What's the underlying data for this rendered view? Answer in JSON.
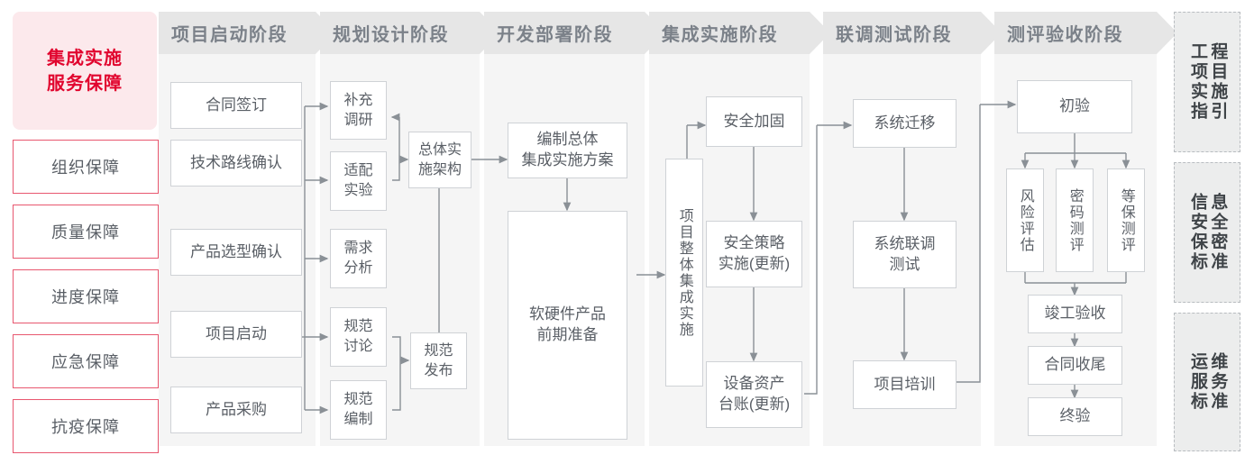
{
  "title_card": {
    "line1": "集成实施",
    "line2": "服务保障",
    "color": "#e1052e",
    "bg": "#fce9ec"
  },
  "guarantees": [
    {
      "label": "组织保障"
    },
    {
      "label": "质量保障"
    },
    {
      "label": "进度保障"
    },
    {
      "label": "应急保障"
    },
    {
      "label": "抗疫保障"
    }
  ],
  "phases": [
    {
      "id": "startup",
      "header": "项目启动阶段"
    },
    {
      "id": "planning",
      "header": "规划设计阶段"
    },
    {
      "id": "development",
      "header": "开发部署阶段"
    },
    {
      "id": "integration",
      "header": "集成实施阶段"
    },
    {
      "id": "joint_test",
      "header": "联调测试阶段"
    },
    {
      "id": "acceptance",
      "header": "测评验收阶段"
    }
  ],
  "nodes": {
    "startup": [
      {
        "label": "合同签订"
      },
      {
        "label": "技术路线确认"
      },
      {
        "label": "产品选型确认"
      },
      {
        "label": "项目启动"
      },
      {
        "label": "产品采购"
      }
    ],
    "planning": [
      {
        "label": "补充\n调研"
      },
      {
        "label": "适配\n实验"
      },
      {
        "label": "需求\n分析"
      },
      {
        "label": "规范\n讨论"
      },
      {
        "label": "规范\n编制"
      },
      {
        "label": "总体实\n施架构"
      },
      {
        "label": "规范\n发布"
      }
    ],
    "development": [
      {
        "label": "编制总体\n集成实施方案"
      },
      {
        "label": "软硬件产品\n前期准备"
      }
    ],
    "integration": [
      {
        "label": "项目整体集成实施"
      },
      {
        "label": "安全加固"
      },
      {
        "label": "安全策略\n实施(更新)"
      },
      {
        "label": "设备资产\n台账(更新)"
      }
    ],
    "joint_test": [
      {
        "label": "系统迁移"
      },
      {
        "label": "系统联调\n测试"
      },
      {
        "label": "项目培训"
      }
    ],
    "acceptance": [
      {
        "label": "初验"
      },
      {
        "label": "风险评估"
      },
      {
        "label": "密码测评"
      },
      {
        "label": "等保测评"
      },
      {
        "label": "竣工验收"
      },
      {
        "label": "合同收尾"
      },
      {
        "label": "终验"
      }
    ]
  },
  "standards": [
    {
      "right": "程目施引",
      "left": "工项实指",
      "full": "工程项目实施指引"
    },
    {
      "right": "息全密准",
      "left": "信安保标",
      "full": "信息安全保密标准"
    },
    {
      "right": "维务准",
      "left": "运服标",
      "full": "运维服务标准"
    }
  ],
  "colors": {
    "accent_red": "#e1052e",
    "red_border": "#e8576f",
    "header_bg": "#e6e6e6",
    "column_bg": "#f5f5f5",
    "node_border": "#cfd2d6",
    "text_gray": "#5a5f66",
    "wire": "#8a9096"
  }
}
